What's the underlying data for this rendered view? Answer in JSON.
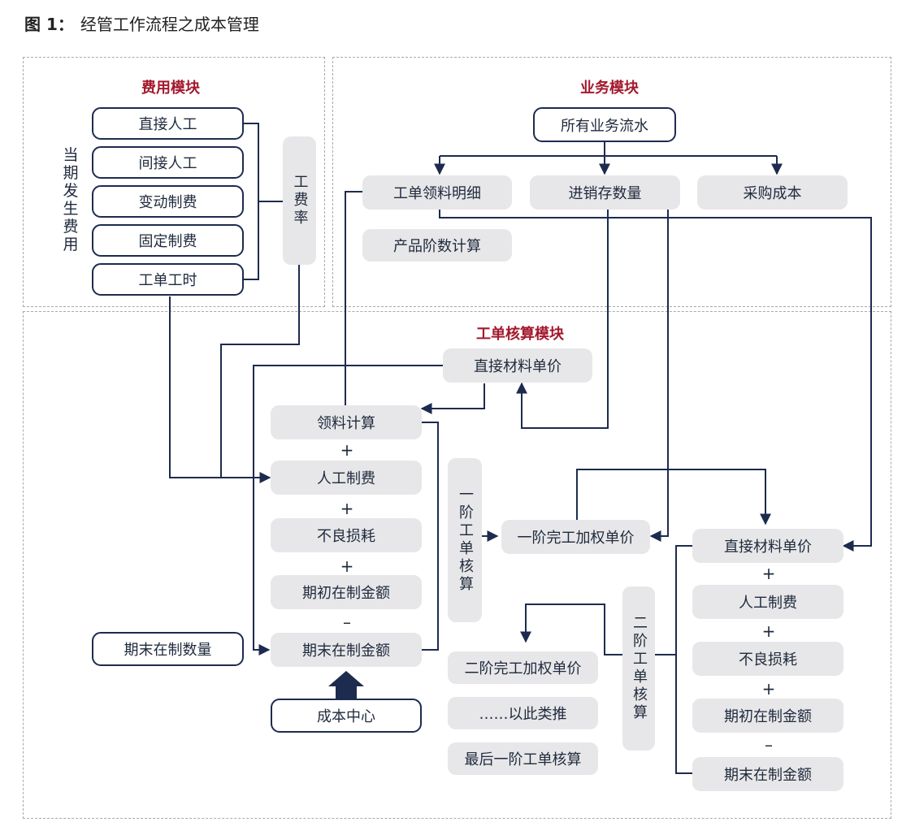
{
  "figure": {
    "number": "图 1：",
    "title": "经管工作流程之成本管理"
  },
  "expense_module": {
    "title": "费用模块",
    "side_label": "当期发生费用",
    "items": [
      "直接人工",
      "间接人工",
      "变动制费",
      "固定制费",
      "工单工时"
    ],
    "rate_label": "工费率"
  },
  "business_module": {
    "title": "业务模块",
    "source": "所有业务流水",
    "work_order_detail": "工单领料明细",
    "inventory_qty": "进销存数量",
    "purchase_cost": "采购成本",
    "product_stage": "产品阶数计算"
  },
  "accounting_module": {
    "title": "工单核算模块",
    "direct_material_price_top": "直接材料单价",
    "left_stack": [
      "领料计算",
      "人工制费",
      "不良损耗",
      "期初在制金额",
      "期末在制金额"
    ],
    "left_ops": [
      "+",
      "+",
      "+",
      "–"
    ],
    "end_wip_qty": "期末在制数量",
    "cost_center": "成本中心",
    "stage1_label": "一阶工单核算",
    "stage1_weighted_price": "一阶完工加权单价",
    "stage2_label": "二阶工单核算",
    "right_stack": [
      "直接材料单价",
      "人工制费",
      "不良损耗",
      "期初在制金额",
      "期末在制金额"
    ],
    "right_ops": [
      "+",
      "+",
      "+",
      "–"
    ],
    "stage2_weighted_price": "二阶完工加权单价",
    "and_so_on": "……以此类推",
    "last_stage": "最后一阶工单核算"
  },
  "colors": {
    "navy": "#1d2b4f",
    "gray_box": "#e7e7e9",
    "module_title": "#a3182c"
  }
}
